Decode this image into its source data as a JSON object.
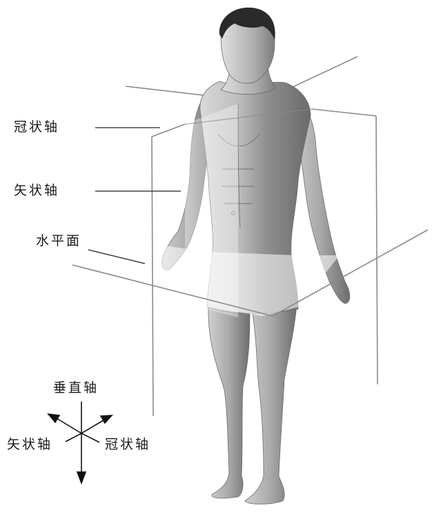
{
  "labels": {
    "coronal_axis": "冠状轴",
    "sagittal_axis": "矢状轴",
    "horizontal_plane": "水平面"
  },
  "compass": {
    "vertical_axis": "垂直轴",
    "sagittal_axis": "矢状轴",
    "coronal_axis": "冠状轴"
  },
  "colors": {
    "plane_line": "#8a8a8a",
    "leader_line": "#222222",
    "skin_light": "#e2e2e2",
    "skin_mid": "#b9b9b9",
    "skin_dark": "#6f6f6f",
    "hair": "#2a2a2a",
    "plane_tint": "#ffffff"
  }
}
